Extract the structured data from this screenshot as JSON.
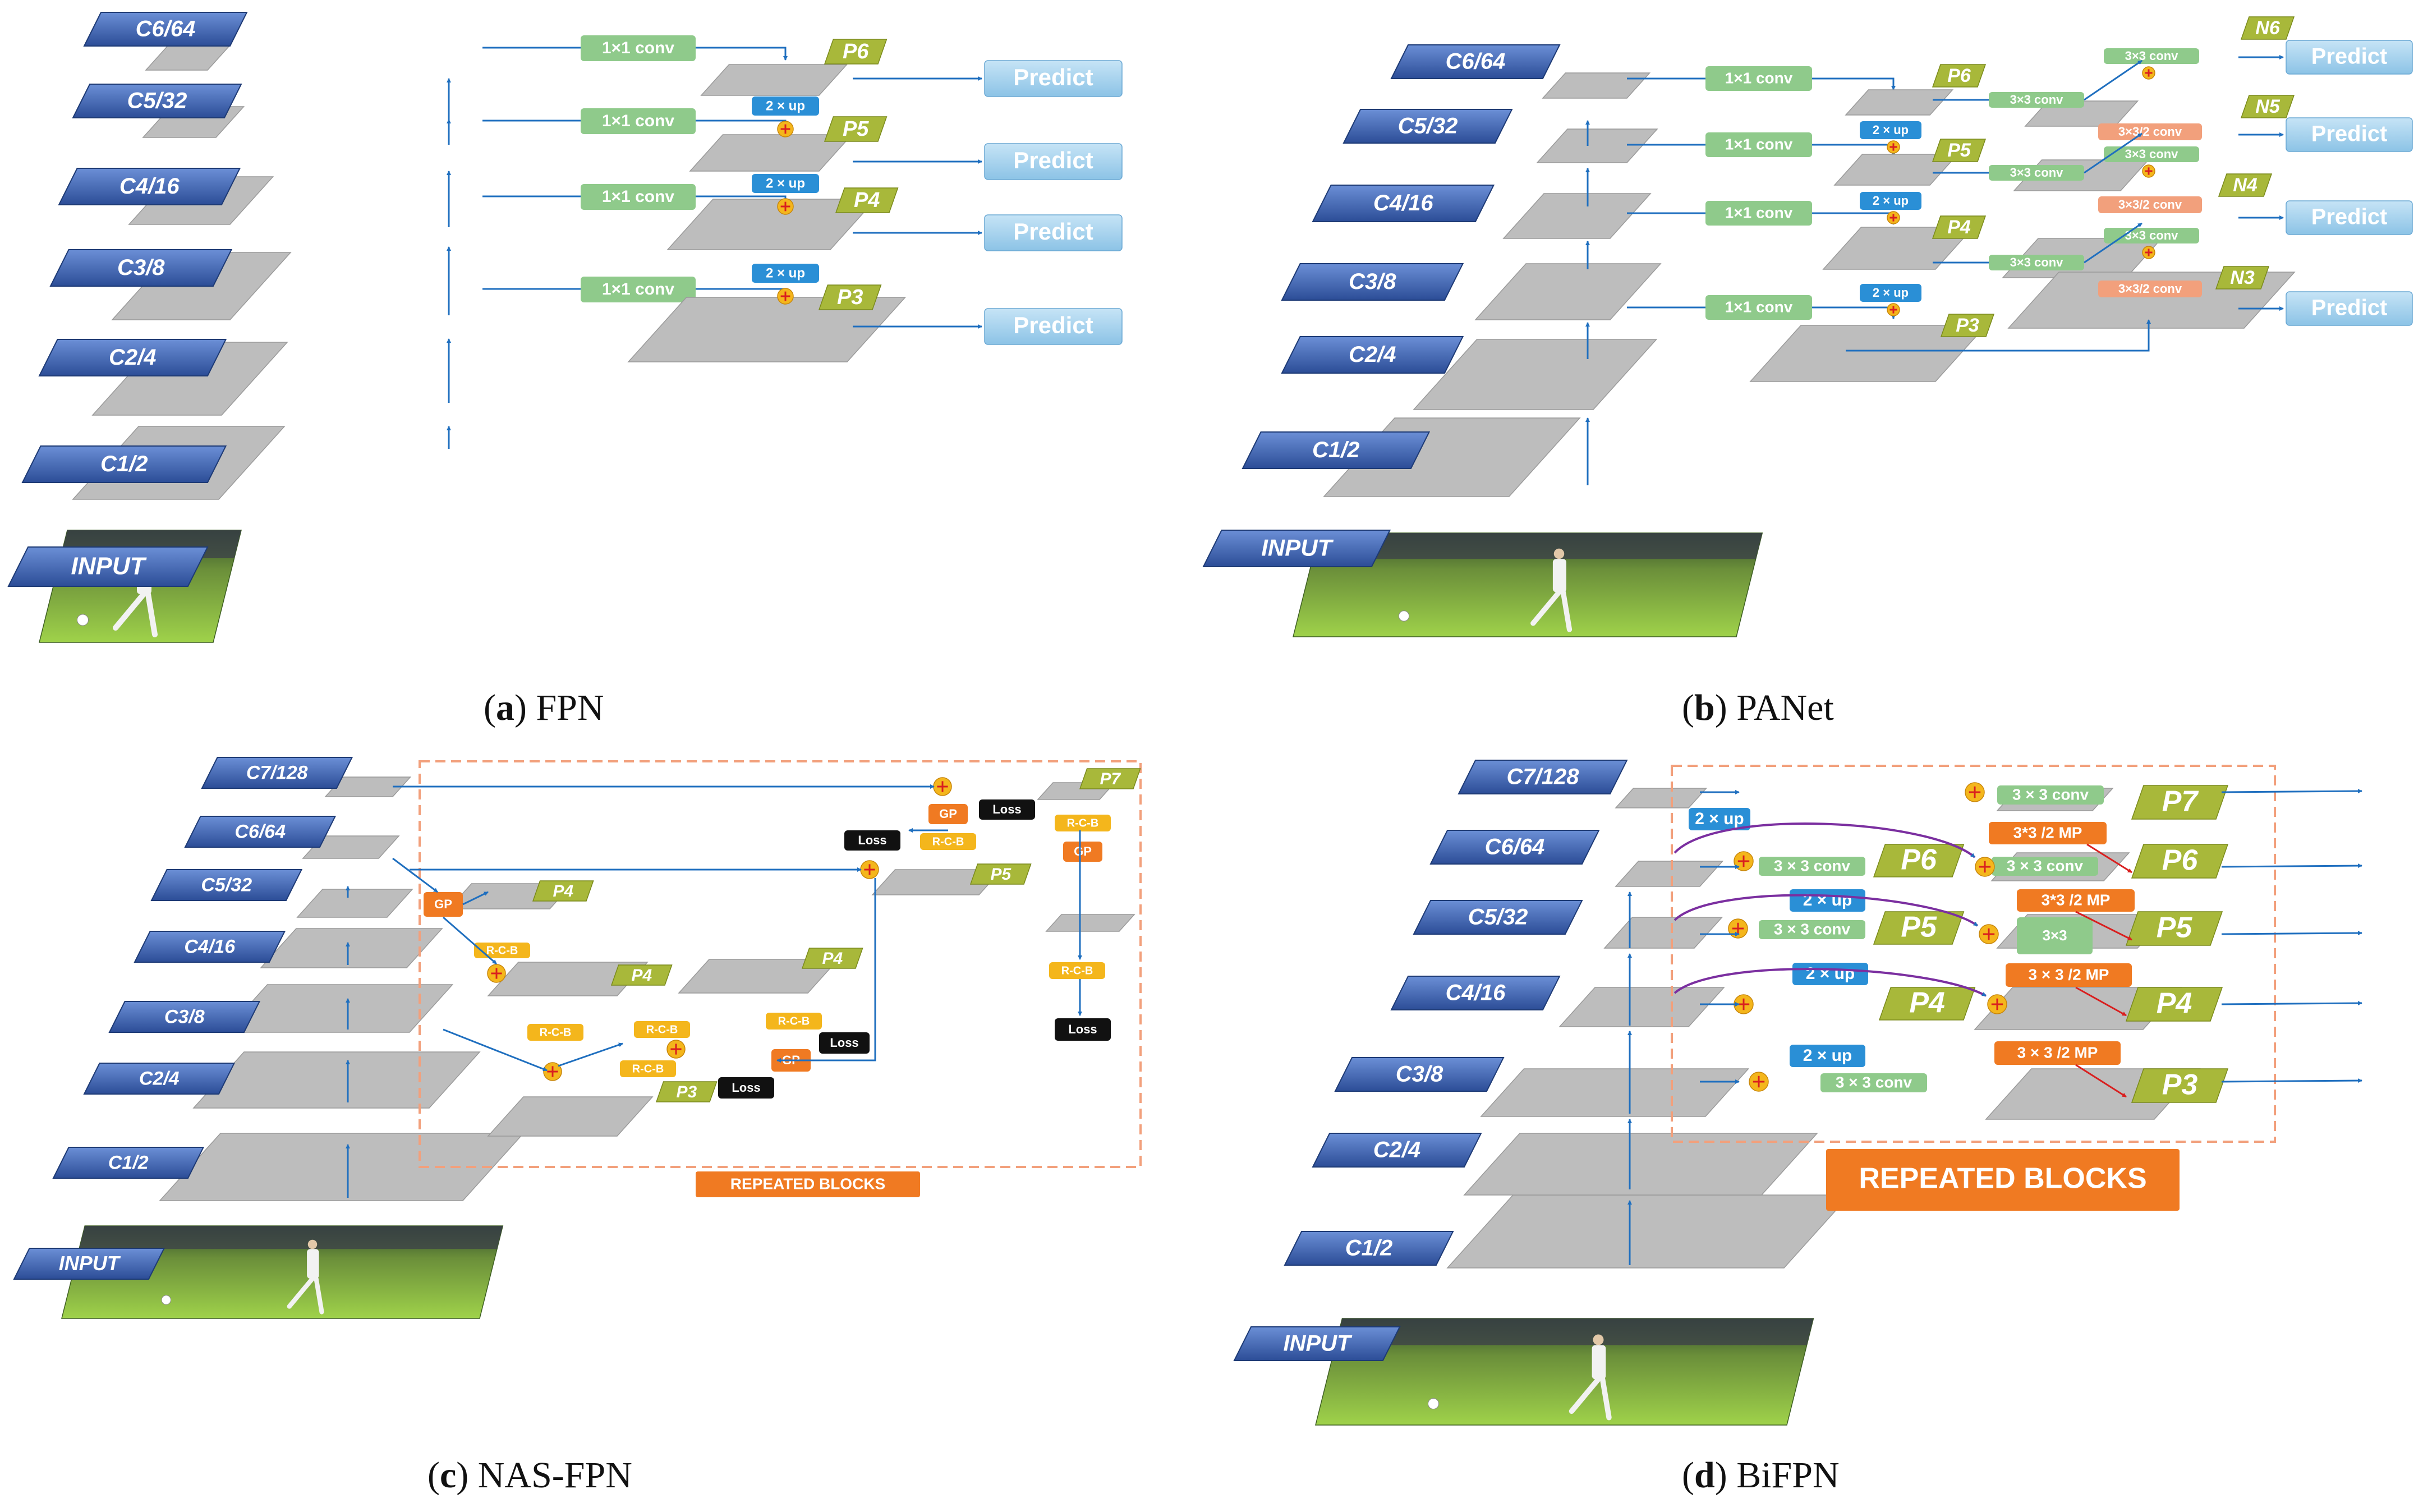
{
  "captions": {
    "a": {
      "letter": "a",
      "name": "FPN"
    },
    "b": {
      "letter": "b",
      "name": "PANet"
    },
    "c": {
      "letter": "c",
      "name": "NAS-FPN"
    },
    "d": {
      "letter": "d",
      "name": "BiFPN"
    }
  },
  "labels": {
    "input": "INPUT",
    "c1": "C1/2",
    "c2": "C2/4",
    "c3": "C3/8",
    "c4": "C4/16",
    "c5": "C5/32",
    "c6": "C6/64",
    "c7": "C7/128",
    "conv1": "1×1 conv",
    "up": "2 × up",
    "predict": "Predict",
    "p3": "P3",
    "p4": "P4",
    "p5": "P5",
    "p6": "P6",
    "p7": "P7",
    "n3": "N3",
    "n4": "N4",
    "n5": "N5",
    "n6": "N6",
    "conv3": "3×3 conv",
    "conv3s": "3×3 conv",
    "conv3spaced": "3 × 3 conv",
    "conv3b": "3×3",
    "conv3c": "conv",
    "down": "3×3/2 conv",
    "mp": "3*3 /2 MP",
    "mp2": "3 × 3 /2 MP",
    "rcb": "R-C-B",
    "gp": "GP",
    "loss": "Loss",
    "repeated": "REPEATED BLOCKS"
  },
  "colors": {
    "tag_blue": "#3d62b3",
    "plane_gray": "#bdbdbd",
    "conv_green": "#8fca8b",
    "up_blue": "#2a8fd6",
    "predict_blue": "#a9d3ee",
    "p_olive": "#a8b83a",
    "down_orange": "#f2a07c",
    "mp_orange": "#f07a22",
    "rcb_yellow": "#f4b61c",
    "gp_orange": "#f07a22",
    "arrow": "#1f6fbf",
    "repeated_orange": "#f07a22"
  }
}
